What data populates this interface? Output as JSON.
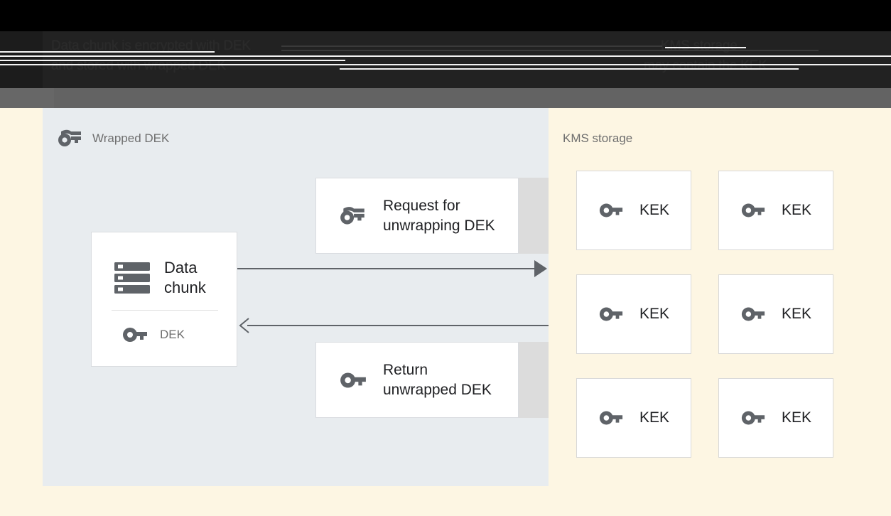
{
  "header": {
    "left_line1": "Data chunk is encrypted with DEK",
    "left_line2": "and stored with wrapped DEK",
    "right_line1": "KMS storage",
    "right_line2": "may contain the KEK"
  },
  "panels": {
    "left": {
      "title": "Wrapped DEK",
      "title_icon": "wrapped-key-icon",
      "background": "#e8ecef"
    },
    "right": {
      "title": "KMS storage",
      "background": "#fdf6e3"
    }
  },
  "data_chunk_card": {
    "icon": "storage-icon",
    "title_line1": "Data",
    "title_line2": "chunk",
    "key_icon": "key-icon",
    "key_label": "DEK"
  },
  "messages": [
    {
      "id": "request",
      "icon": "wrapped-key-icon",
      "line1": "Request for",
      "line2": "unwrapping DEK"
    },
    {
      "id": "return",
      "icon": "key-icon",
      "line1": "Return",
      "line2": "unwrapped DEK"
    }
  ],
  "arrows": [
    {
      "id": "request-arrow",
      "direction": "right"
    },
    {
      "id": "return-arrow",
      "direction": "left"
    }
  ],
  "kek_grid": {
    "rows": [
      [
        {
          "label": "KEK",
          "icon": "key-icon"
        },
        {
          "label": "KEK",
          "icon": "key-icon"
        }
      ],
      [
        {
          "label": "KEK",
          "icon": "key-icon"
        },
        {
          "label": "KEK",
          "icon": "key-icon"
        }
      ],
      [
        {
          "label": "KEK",
          "icon": "key-icon"
        },
        {
          "label": "KEK",
          "icon": "key-icon"
        }
      ]
    ]
  },
  "colors": {
    "panel_left_bg": "#e8ecef",
    "panel_right_bg": "#fdf6e3",
    "card_bg": "#ffffff",
    "card_border": "#dadce0",
    "icon_gray": "#5f6368",
    "text_primary": "#202124",
    "text_muted": "#6e6e6e",
    "arrow": "#5f6368",
    "strip_gray": "#dcdcdc",
    "band_black": "#000000",
    "band_dark": "#222222",
    "band_gray": "#636363"
  }
}
